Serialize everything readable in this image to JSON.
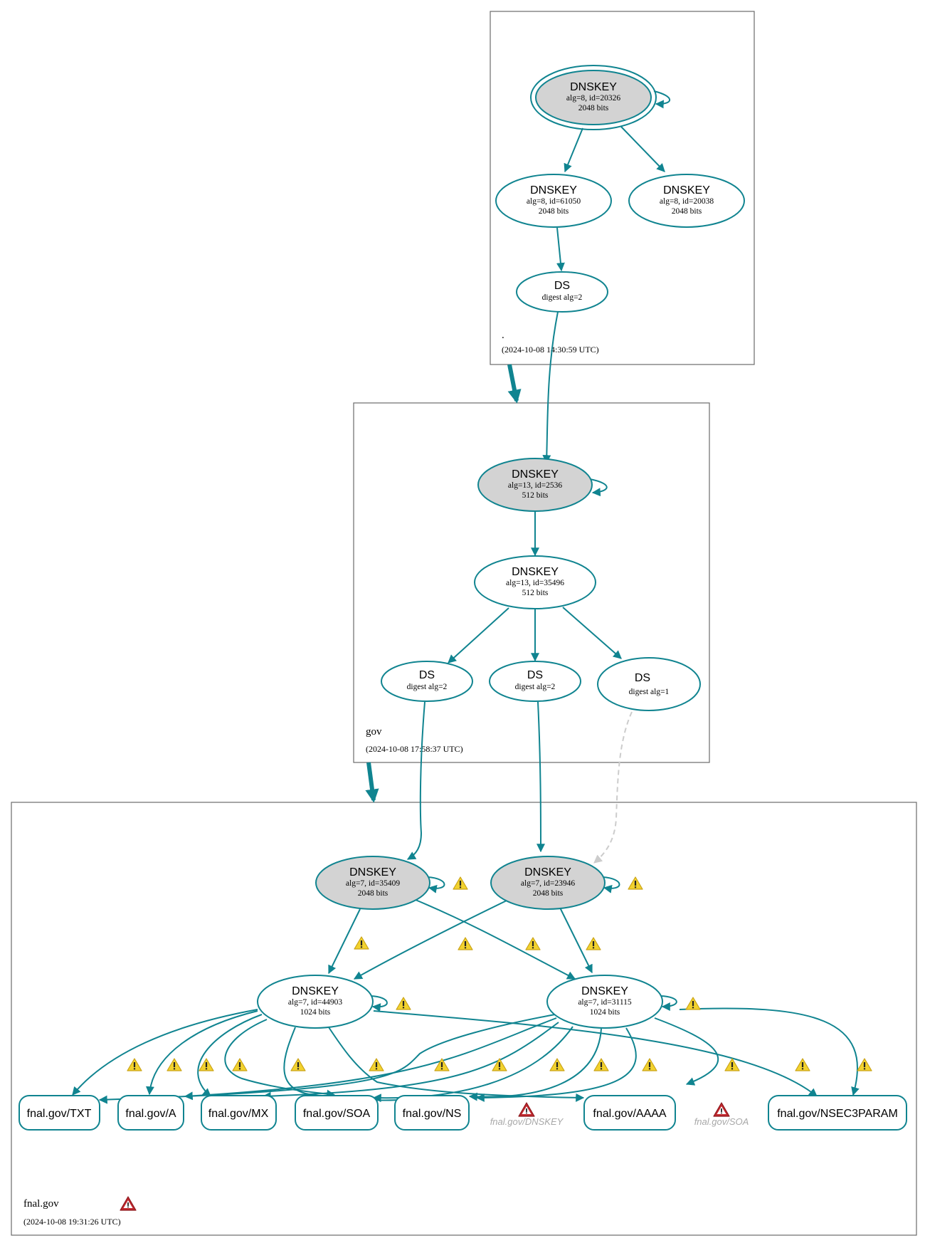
{
  "zones": [
    {
      "name": ".",
      "timestamp": "(2024-10-08 14:30:59 UTC)"
    },
    {
      "name": "gov",
      "timestamp": "(2024-10-08 17:58:37 UTC)"
    },
    {
      "name": "fnal.gov",
      "timestamp": "(2024-10-08 19:31:26 UTC)"
    }
  ],
  "nodes": {
    "root_ksk": {
      "title": "DNSKEY",
      "line1": "alg=8, id=20326",
      "line2": "2048 bits"
    },
    "root_zsk1": {
      "title": "DNSKEY",
      "line1": "alg=8, id=61050",
      "line2": "2048 bits"
    },
    "root_zsk2": {
      "title": "DNSKEY",
      "line1": "alg=8, id=20038",
      "line2": "2048 bits"
    },
    "root_ds": {
      "title": "DS",
      "line1": "digest alg=2"
    },
    "gov_ksk": {
      "title": "DNSKEY",
      "line1": "alg=13, id=2536",
      "line2": "512 bits"
    },
    "gov_zsk": {
      "title": "DNSKEY",
      "line1": "alg=13, id=35496",
      "line2": "512 bits"
    },
    "gov_ds1": {
      "title": "DS",
      "line1": "digest alg=2"
    },
    "gov_ds2": {
      "title": "DS",
      "line1": "digest alg=2"
    },
    "gov_ds3": {
      "title": "DS",
      "line1": "digest alg=1"
    },
    "fnal_ksk1": {
      "title": "DNSKEY",
      "line1": "alg=7, id=35409",
      "line2": "2048 bits"
    },
    "fnal_ksk2": {
      "title": "DNSKEY",
      "line1": "alg=7, id=23946",
      "line2": "2048 bits"
    },
    "fnal_zsk1": {
      "title": "DNSKEY",
      "line1": "alg=7, id=44903",
      "line2": "1024 bits"
    },
    "fnal_zsk2": {
      "title": "DNSKEY",
      "line1": "alg=7, id=31115",
      "line2": "1024 bits"
    }
  },
  "rrsets": [
    "fnal.gov/TXT",
    "fnal.gov/A",
    "fnal.gov/MX",
    "fnal.gov/SOA",
    "fnal.gov/NS",
    "fnal.gov/AAAA",
    "fnal.gov/NSEC3PARAM"
  ],
  "missing_rrsets": [
    "fnal.gov/DNSKEY",
    "fnal.gov/SOA"
  ],
  "colors": {
    "edge": "#108490",
    "ksk_fill": "#d3d3d3",
    "bogus_edge": "#cccccc",
    "warning": "#f2d22e",
    "error": "#c0272d"
  },
  "icons": {
    "warning": "warning-triangle-icon",
    "error": "error-triangle-icon"
  }
}
